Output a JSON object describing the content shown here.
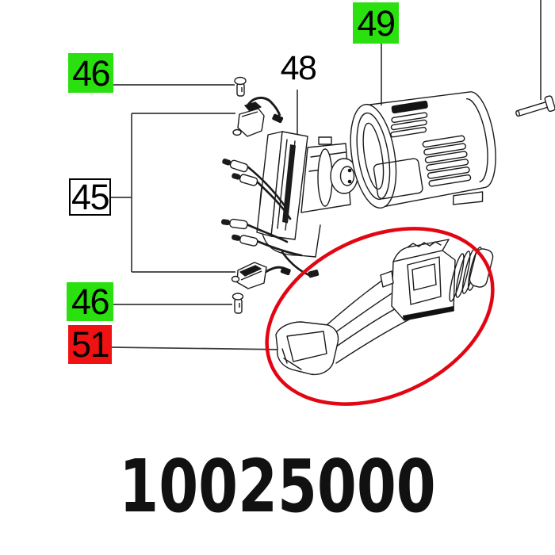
{
  "diagram": {
    "part_number": "10025000",
    "labels": [
      {
        "id": "46-top",
        "text": "46",
        "style": "green"
      },
      {
        "id": "48",
        "text": "48",
        "style": "plain"
      },
      {
        "id": "49",
        "text": "49",
        "style": "green"
      },
      {
        "id": "45",
        "text": "45",
        "style": "outlined"
      },
      {
        "id": "46-bottom",
        "text": "46",
        "style": "green"
      },
      {
        "id": "51",
        "text": "51",
        "style": "red"
      }
    ],
    "colors": {
      "label_green": "#2ae00e",
      "label_red": "#f01212",
      "highlight_red": "#e20613",
      "line_art": "#1b1b1b"
    }
  }
}
